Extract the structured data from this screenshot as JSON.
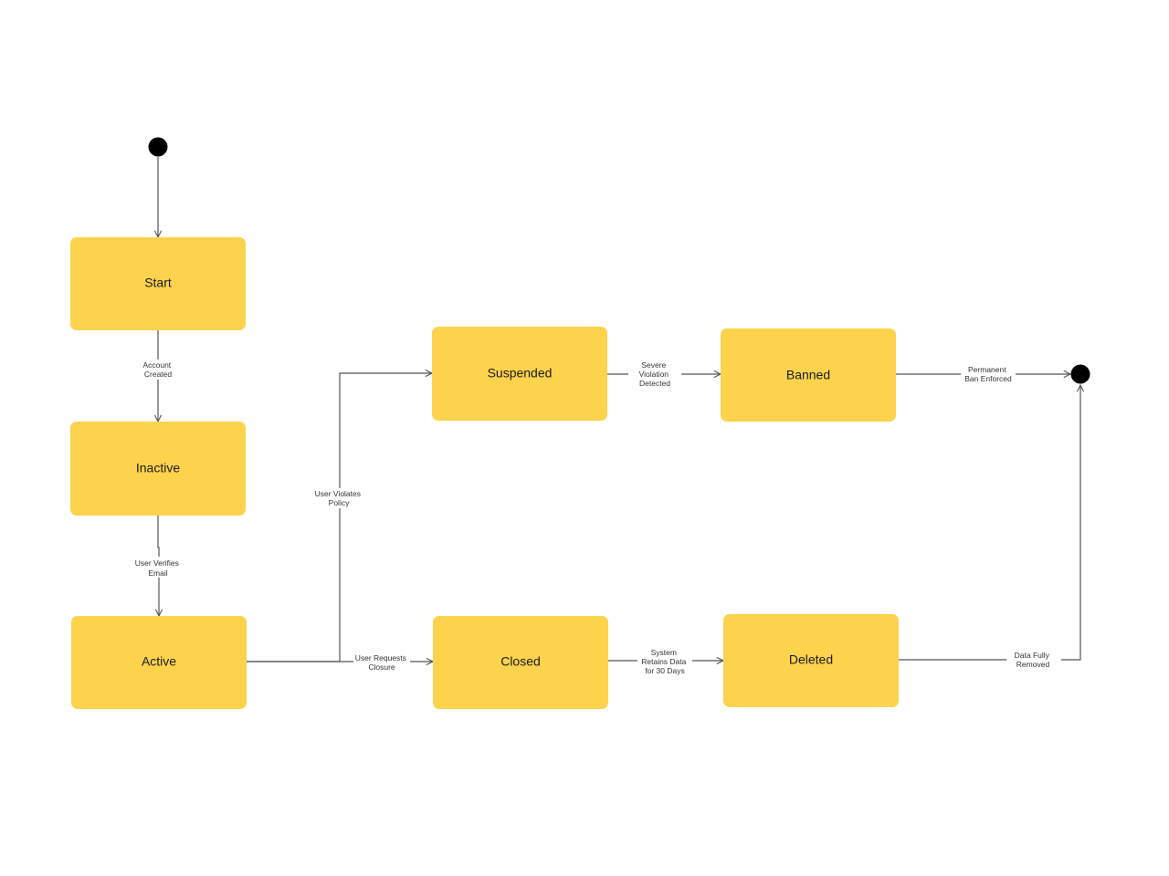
{
  "diagram": {
    "type": "state-machine",
    "states": {
      "start": "Start",
      "inactive": "Inactive",
      "active": "Active",
      "suspended": "Suspended",
      "banned": "Banned",
      "closed": "Closed",
      "deleted": "Deleted"
    },
    "transitions": [
      {
        "from": "initial",
        "to": "start",
        "label": []
      },
      {
        "from": "start",
        "to": "inactive",
        "label": [
          "Account",
          "Created"
        ]
      },
      {
        "from": "inactive",
        "to": "active",
        "label": [
          "User Verifies",
          "Email"
        ]
      },
      {
        "from": "active",
        "to": "suspended",
        "label": [
          "User Violates",
          "Policy"
        ]
      },
      {
        "from": "active",
        "to": "closed",
        "label": [
          "User Requests",
          "Closure"
        ]
      },
      {
        "from": "suspended",
        "to": "banned",
        "label": [
          "Severe",
          "Violation",
          "Detected"
        ]
      },
      {
        "from": "closed",
        "to": "deleted",
        "label": [
          "System",
          "Retains Data",
          "for 30 Days"
        ]
      },
      {
        "from": "banned",
        "to": "final",
        "label": [
          "Permanent",
          "Ban Enforced"
        ]
      },
      {
        "from": "deleted",
        "to": "final",
        "label": [
          "Data Fully",
          "Removed"
        ]
      }
    ],
    "colors": {
      "state_fill": "#FDD34D",
      "edge": "#555555",
      "pseudo": "#000000"
    }
  }
}
